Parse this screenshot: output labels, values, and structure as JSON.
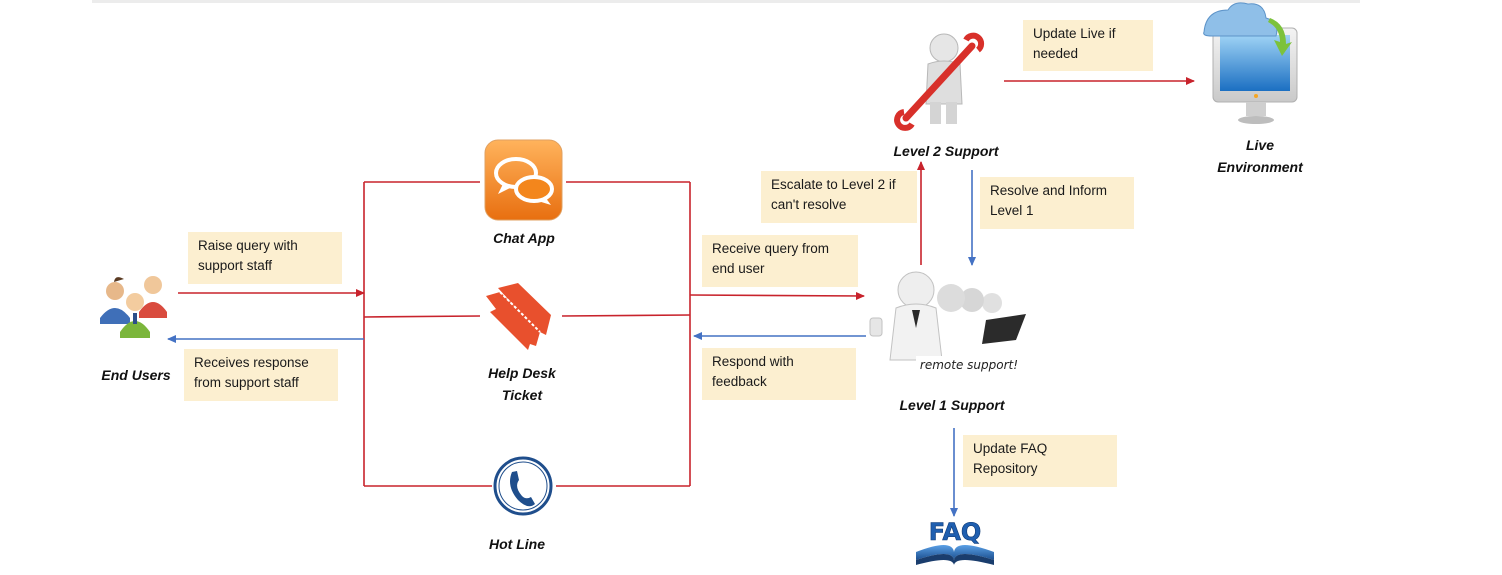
{
  "nodes": {
    "end_users": "End Users",
    "chat_app": "Chat App",
    "help_desk_line1": "Help Desk",
    "help_desk_line2": "Ticket",
    "hot_line": "Hot Line",
    "level1": "Level 1 Support",
    "level2": "Level 2 Support",
    "live_line1": "Live",
    "live_line2": "Environment",
    "faq": "FAQ",
    "remote_support": "remote support!"
  },
  "notes": {
    "raise_query": "Raise query with\nsupport staff",
    "receives_response": "Receives response\nfrom support staff",
    "receive_query": "Receive query from\nend user",
    "respond_feedback": "Respond with\nfeedback",
    "escalate": "Escalate to Level 2 if\ncan't resolve",
    "resolve_inform": "Resolve and Inform\nLevel 1",
    "update_live": "Update Live if\nneeded",
    "update_faq": "Update FAQ\nRepository"
  },
  "colors": {
    "request_arrow": "#c8232c",
    "response_arrow": "#4472c4",
    "note_fill": "#fcefd0",
    "chat_icon": "#f08a24",
    "ticket_icon": "#e8502d",
    "phone_icon": "#1f4e8c"
  }
}
